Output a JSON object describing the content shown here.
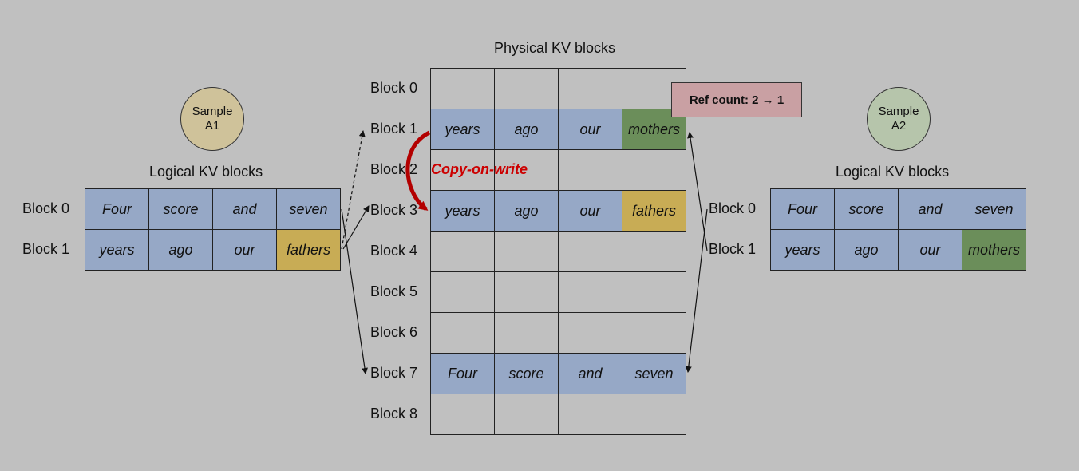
{
  "physical": {
    "title": "Physical KV blocks",
    "block_labels": [
      "Block 0",
      "Block 1",
      "Block 2",
      "Block 3",
      "Block 4",
      "Block 5",
      "Block 6",
      "Block 7",
      "Block 8"
    ],
    "rows": [
      [
        "",
        "",
        "",
        ""
      ],
      [
        "years",
        "ago",
        "our",
        "mothers"
      ],
      [
        "",
        "",
        "",
        ""
      ],
      [
        "years",
        "ago",
        "our",
        "fathers"
      ],
      [
        "",
        "",
        "",
        ""
      ],
      [
        "",
        "",
        "",
        ""
      ],
      [
        "",
        "",
        "",
        ""
      ],
      [
        "Four",
        "score",
        "and",
        "seven"
      ],
      [
        "",
        "",
        "",
        ""
      ]
    ],
    "ref_count": "Ref count: 2 → 1",
    "copy_on_write": "Copy-on-write"
  },
  "sample_a1": {
    "circle_line1": "Sample",
    "circle_line2": "A1",
    "title": "Logical KV blocks",
    "block_labels": [
      "Block 0",
      "Block 1"
    ],
    "rows": [
      [
        "Four",
        "score",
        "and",
        "seven"
      ],
      [
        "years",
        "ago",
        "our",
        "fathers"
      ]
    ]
  },
  "sample_a2": {
    "circle_line1": "Sample",
    "circle_line2": "A2",
    "title": "Logical KV blocks",
    "block_labels": [
      "Block 0",
      "Block 1"
    ],
    "rows": [
      [
        "Four",
        "score",
        "and",
        "seven"
      ],
      [
        "years",
        "ago",
        "our",
        "mothers"
      ]
    ]
  },
  "colors": {
    "background": "#c0c0c0",
    "filled_block": "#96a8c6",
    "fathers_block": "#c8ac55",
    "mothers_block": "#6b8e5a",
    "sample_a1": "#cfc29a",
    "sample_a2": "#b6c5ab",
    "ref_count_box": "#c9a0a3",
    "copy_on_write": "#cc0000"
  }
}
